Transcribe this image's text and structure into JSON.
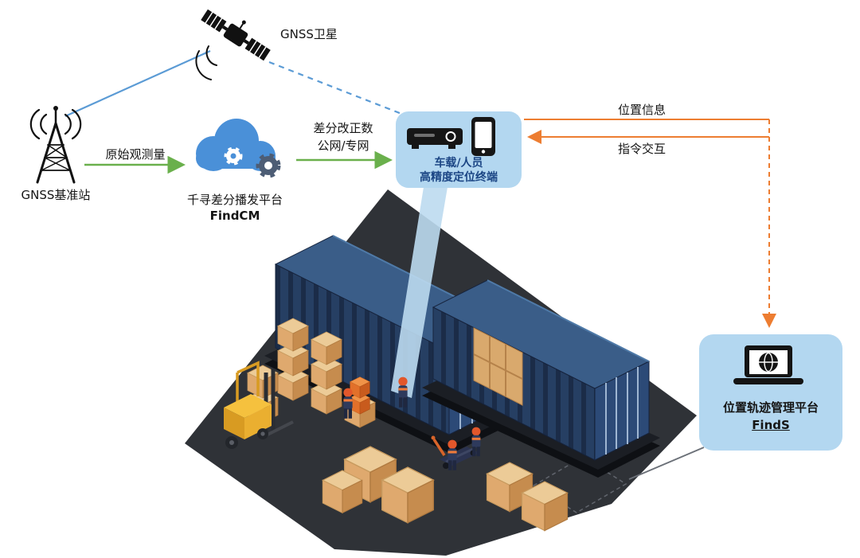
{
  "diagram": {
    "satellite_label": "GNSS卫星",
    "base_station_label": "GNSS基准站",
    "cloud_name": "千寻差分播发平台",
    "cloud_product": "FindCM",
    "raw_obs_label": "原始观测量",
    "correction_label_1": "差分改正数",
    "correction_label_2": "公网/专网",
    "terminal_label_1": "车载/人员",
    "terminal_label_2": "高精度定位终端",
    "position_info_label": "位置信息",
    "command_label": "指令交互",
    "platform_name": "位置轨迹管理平台",
    "platform_product": "FindS"
  },
  "colors": {
    "green_arrow": "#6ab04c",
    "blue_link": "#5b9bd5",
    "orange_link": "#ed7d31",
    "panel_blue": "#b3d7f0",
    "cloud_blue": "#4a90d8",
    "container_navy": "#263f63",
    "terminal_text": "#1b4584"
  }
}
